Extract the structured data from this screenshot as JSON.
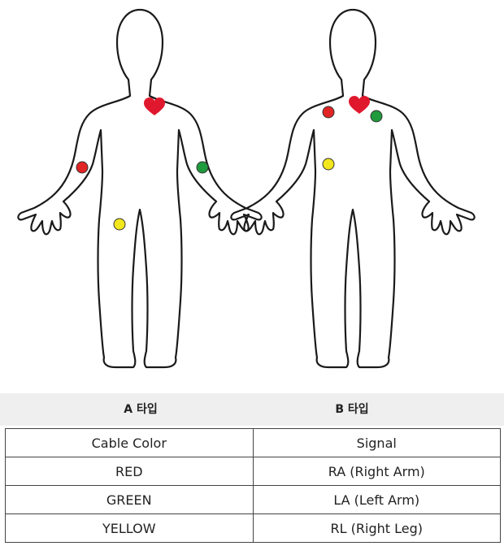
{
  "figures": [
    {
      "id": "A",
      "caption": "A 타입",
      "electrodes": [
        {
          "color": "red",
          "hex": "#e02424",
          "site": "right-arm"
        },
        {
          "color": "green",
          "hex": "#1f9a3c",
          "site": "left-arm"
        },
        {
          "color": "yellow",
          "hex": "#f2e61c",
          "site": "right-leg"
        }
      ],
      "heart_color": "#e0182e"
    },
    {
      "id": "B",
      "caption": "B 타입",
      "electrodes": [
        {
          "color": "red",
          "hex": "#e02424",
          "site": "right-chest"
        },
        {
          "color": "green",
          "hex": "#1f9a3c",
          "site": "left-chest"
        },
        {
          "color": "yellow",
          "hex": "#f2e61c",
          "site": "right-abdomen"
        }
      ],
      "heart_color": "#e0182e"
    }
  ],
  "table": {
    "headers": [
      "Cable Color",
      "Signal"
    ],
    "rows": [
      [
        "RED",
        "RA (Right Arm)"
      ],
      [
        "GREEN",
        "LA (Left Arm)"
      ],
      [
        "YELLOW",
        "RL (Right Leg)"
      ]
    ]
  }
}
